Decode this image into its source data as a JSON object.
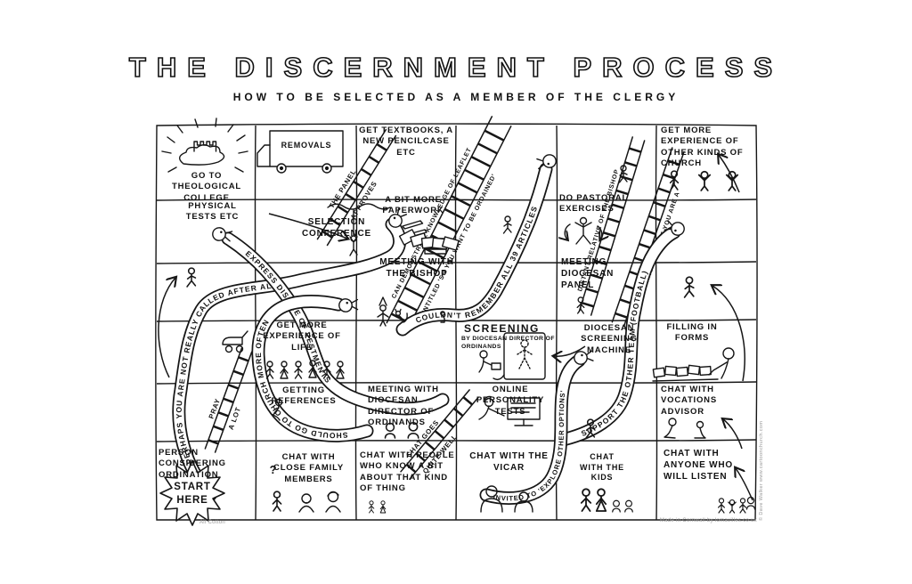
{
  "title": "THE DISCERNMENT PROCESS",
  "subtitle": "HOW TO BE SELECTED AS A MEMBER OF THE CLERGY",
  "cells": {
    "go_college": "GO TO THEOLOGICAL COLLEGE",
    "removals": "REMOVALS",
    "textbooks": "GET TEXTBOOKS, A NEW PENCILCASE ETC",
    "other_church": "GET MORE EXPERIENCE OF OTHER KINDS OF CHURCH",
    "physical_tests": "PHYSICAL TESTS ETC",
    "selection_conference": "SELECTION CONFERENCE",
    "paperwork": "A BIT MORE PAPERWORK",
    "pastoral_exercises": "DO PASTORAL EXERCISES",
    "meeting_bishop": "MEETING WITH THE BISHOP",
    "diocesan_panel": "MEETING DIOCESAN PANEL",
    "filling_forms": "FILLING IN FORMS",
    "experience_life": "GET MORE EXPERIENCE OF LIFE",
    "screening": "SCREENING",
    "screening_sub": "BY DIOCESAN DIRECTOR OF ORDINANDS",
    "screening_machine": "DIOCESAN SCREENING MACHINE",
    "getting_references": "GETTING REFERENCES",
    "meeting_ddo": "MEETING WITH DIOCESAN DIRECTOR OF ORDINANDS",
    "online_tests": "ONLINE PERSONALITY TESTS",
    "vocations_advisor": "CHAT WITH VOCATIONS ADVISOR",
    "person_considering": "PERSON CONSIDERING ORDINATION",
    "question_mark": "?",
    "start_here": "START HERE",
    "family": "CHAT WITH CLOSE FAMILY MEMBERS",
    "people_who_know": "CHAT WITH PEOPLE WHO KNOW A BIT ABOUT THAT KIND OF THING",
    "vicar": "CHAT WITH THE VICAR",
    "kids": "CHAT WITH THE KIDS",
    "anyone": "CHAT WITH ANYONE WHO WILL LISTEN"
  },
  "snakes": [
    {
      "label": "PERHAPS YOU ARE NOT REALLY CALLED AFTER ALL"
    },
    {
      "label": "EXPRESS DISLIKE OF VESTMENTS"
    },
    {
      "label": "SHOULD GO TO CHURCH MORE OFTEN"
    },
    {
      "label": "COULDN'T REMEMBER ALL 39 ARTICLES"
    },
    {
      "label": "SUPPORT THE OTHER TEAM (FOOTBALL)"
    },
    {
      "label": "INVITED TO 'EXPLORE OTHER OPTIONS'"
    }
  ],
  "ladders": [
    {
      "rail1": "THE PANEL",
      "rail2": "APPROVES"
    },
    {
      "rail1": "CAN DEMONSTRATE KNOWLEDGE OF LEAFLET",
      "rail2": "ENTITLED 'SO YOU WANT TO BE ORDAINED'"
    },
    {
      "rail1": "DISTANT RELATIVE OF THE BISHOP"
    },
    {
      "rail1": "IT TURNS OUT THAT YOU ARE A"
    },
    {
      "rail1": "PRAY",
      "rail2": "A LOT"
    },
    {
      "rail1": "CHAT GOES",
      "rail2": "QUITE WELL"
    }
  ],
  "credits": {
    "left": "All Cotton",
    "right": "Made in Cornwall by lomavilles.co.uk",
    "side": "© Dave Walker      www.cartoonchurch.com"
  }
}
